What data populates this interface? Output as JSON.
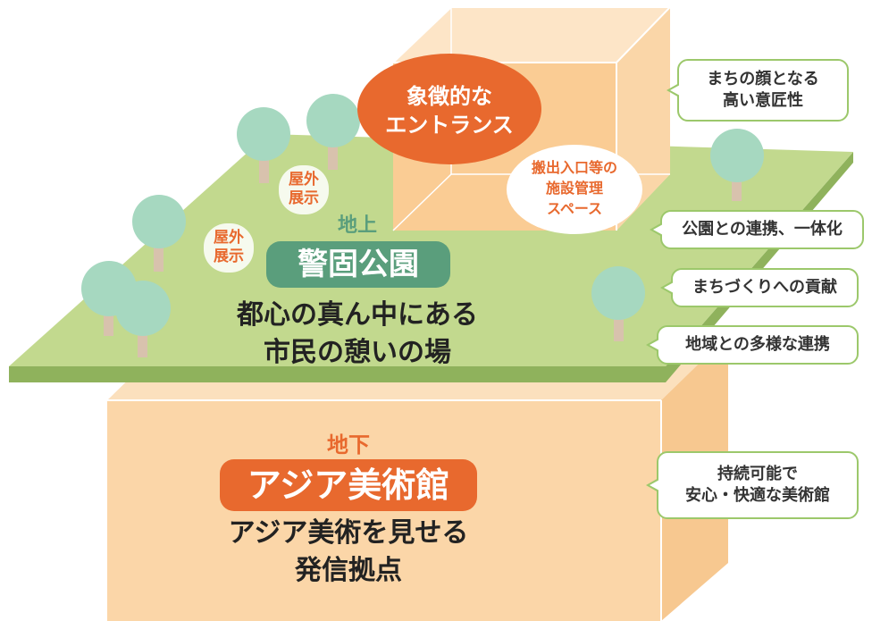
{
  "entrance_bubble": {
    "line1": "象徴的な",
    "line2": "エントランス"
  },
  "facility_bubble": {
    "line1": "搬出入口等の",
    "line2": "施設管理",
    "line3": "スペース"
  },
  "outdoor_labels": [
    {
      "text": "屋外\n展示"
    },
    {
      "text": "屋外\n展示"
    }
  ],
  "ground": {
    "level_label": "地上",
    "name": "警固公園",
    "description": "都心の真ん中にある\n市民の憩いの場"
  },
  "underground": {
    "level_label": "地下",
    "name": "アジア美術館",
    "description": "アジア美術を見せる\n発信拠点"
  },
  "callouts": [
    {
      "text": "まちの顔となる\n高い意匠性"
    },
    {
      "text": "公園との連携、一体化"
    },
    {
      "text": "まちづくりへの貢献"
    },
    {
      "text": "地域との多様な連携"
    },
    {
      "text": "持続可能で\n安心・快適な美術館"
    }
  ],
  "colors": {
    "park_green": "#c2d98e",
    "park_edge": "#8fb25c",
    "tree": "#a6d8c0",
    "trunk": "#d8c2ad",
    "box_light": "#fde5c7",
    "box_mid": "#f9cc98",
    "orange": "#e8692e",
    "teal": "#5a9e7c",
    "callout_border": "#9cc86b"
  }
}
